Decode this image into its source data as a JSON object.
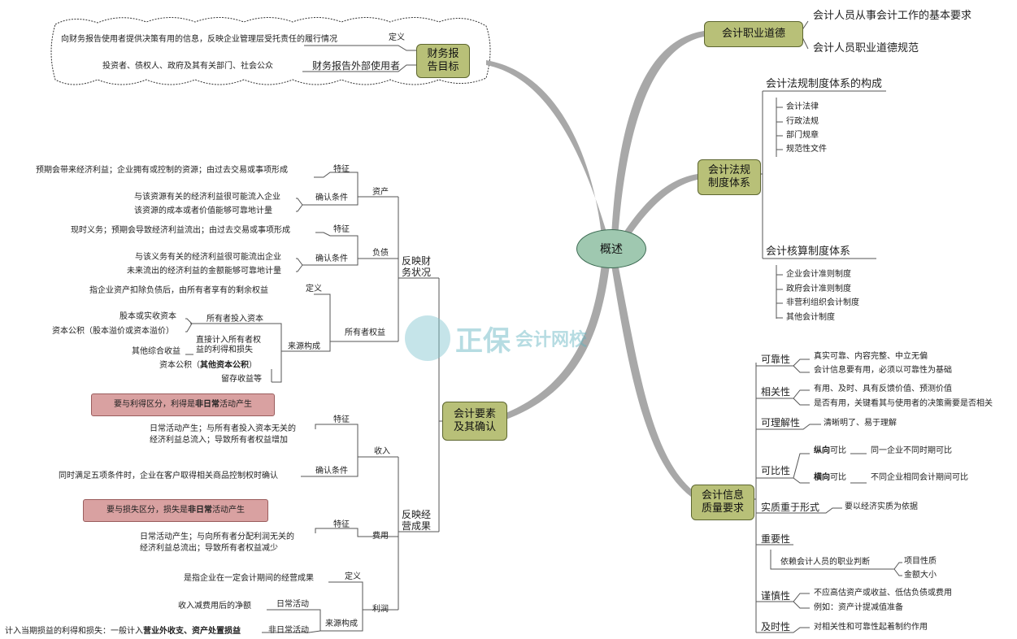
{
  "center": "概述",
  "right": {
    "ethics": {
      "title": "会计职业道德",
      "items": [
        "会计人员从事会计工作的基本要求",
        "会计人员职业道德规范"
      ]
    },
    "laws": {
      "title": "会计法规\n制度体系",
      "composition": {
        "title": "会计法规制度体系的构成",
        "items": [
          "会计法律",
          "行政法规",
          "部门规章",
          "规范性文件"
        ]
      },
      "accounting_system": {
        "title": "会计核算制度体系",
        "items": [
          "企业会计准则制度",
          "政府会计准则制度",
          "非营利组织会计制度",
          "其他会计制度"
        ]
      }
    },
    "quality": {
      "title": "会计信息\n质量要求",
      "reliability": {
        "label": "可靠性",
        "items": [
          "真实可靠、内容完整、中立无偏",
          "会计信息要有用，必须以可靠性为基础"
        ]
      },
      "relevance": {
        "label": "相关性",
        "items": [
          "有用、及时、具有反馈价值、预测价值",
          "是否有用，关键看其与使用者的决策需要是否相关"
        ]
      },
      "understandability": {
        "label": "可理解性",
        "desc": "清晰明了、易于理解"
      },
      "comparability": {
        "label": "可比性",
        "vertical_bold": "纵向",
        "vertical_rest": "可比",
        "vertical_desc": "同一企业不同时期可比",
        "horizontal_bold": "横向",
        "horizontal_rest": "可比",
        "horizontal_desc": "不同企业相同会计期间可比"
      },
      "substance": {
        "label": "实质重于形式",
        "desc": "要以经济实质为依据"
      },
      "materiality": {
        "label": "重要性",
        "basis": "依赖会计人员的职业判断",
        "items": [
          "项目性质",
          "金额大小"
        ]
      },
      "prudence": {
        "label": "谨慎性",
        "items": [
          "不应高估资产或收益、低估负债或费用",
          "例如：资产计提减值准备"
        ]
      },
      "timeliness": {
        "label": "及时性",
        "desc": "对相关性和可靠性起着制约作用"
      }
    }
  },
  "left": {
    "objective": {
      "title": "财务报\n告目标",
      "definition_label": "定义",
      "definition_text": "向财务报告使用者提供决策有用的信息，反映企业管理层受托责任的履行情况",
      "users_label": "财务报告外部使用者",
      "users_text": "投资者、债权人、政府及其有关部门、社会公众"
    },
    "elements": {
      "title": "会计要素\n及其确认",
      "position": {
        "title": "反映财\n务状况",
        "asset": {
          "label": "资产",
          "feature_label": "特征",
          "feature_text": "预期会带来经济利益；企业拥有或控制的资源；由过去交易或事项形成",
          "recognition_label": "确认条件",
          "recognition_items": [
            "与该资源有关的经济利益很可能流入企业",
            "该资源的成本或者价值能够可靠地计量"
          ]
        },
        "liability": {
          "label": "负债",
          "feature_label": "特征",
          "feature_text": "现时义务；预期会导致经济利益流出；由过去交易或事项形成",
          "recognition_label": "确认条件",
          "recognition_items": [
            "与该义务有关的经济利益很可能流出企业",
            "未来流出的经济利益的金额能够可靠地计量"
          ]
        },
        "equity": {
          "label": "所有者权益",
          "definition_label": "定义",
          "definition_text": "指企业资产扣除负债后，由所有者享有的剩余权益",
          "source_label": "来源构成",
          "owner_invest_label": "所有者投入资本",
          "owner_invest_items": [
            "股本或实收资本",
            "资本公积（股本溢价或资本溢价）"
          ],
          "direct_label": "直接计入所有者权\n益的利得和损失",
          "direct_item": "其他综合收益",
          "other_cap_prefix": "资本公积（",
          "other_cap_bold": "其他资本公积",
          "other_cap_suffix": "）",
          "retained": "留存收益等"
        }
      },
      "performance": {
        "title": "反映经\n营成果",
        "revenue": {
          "label": "收入",
          "note_prefix": "要与利得区分，利得是",
          "note_bold": "非日常",
          "note_suffix": "活动产生",
          "feature_label": "特征",
          "feature_text": "日常活动产生；与所有者投入资本无关的\n经济利益总流入；导致所有者权益增加",
          "recognition_label": "确认条件",
          "recognition_text": "同时满足五项条件时，企业在客户取得相关商品控制权时确认"
        },
        "expense": {
          "label": "费用",
          "note_prefix": "要与损失区分，损失是",
          "note_bold": "非日常",
          "note_suffix": "活动产生",
          "feature_label": "特征",
          "feature_text": "日常活动产生；与向所有者分配利润无关的\n经济利益总流出；导致所有者权益减少"
        },
        "profit": {
          "label": "利润",
          "definition_label": "定义",
          "definition_text": "是指企业在一定会计期间的经营成果",
          "source_label": "来源构成",
          "daily_label": "日常活动",
          "daily_text": "收入减费用后的净额",
          "nondaily_label": "非日常活动",
          "nondaily_prefix": "计入当期损益的利得和损失：一般计入",
          "nondaily_bold": "营业外收支、资产处置损益"
        }
      }
    }
  },
  "watermark": {
    "big": "正保",
    "small": "会计网校"
  }
}
